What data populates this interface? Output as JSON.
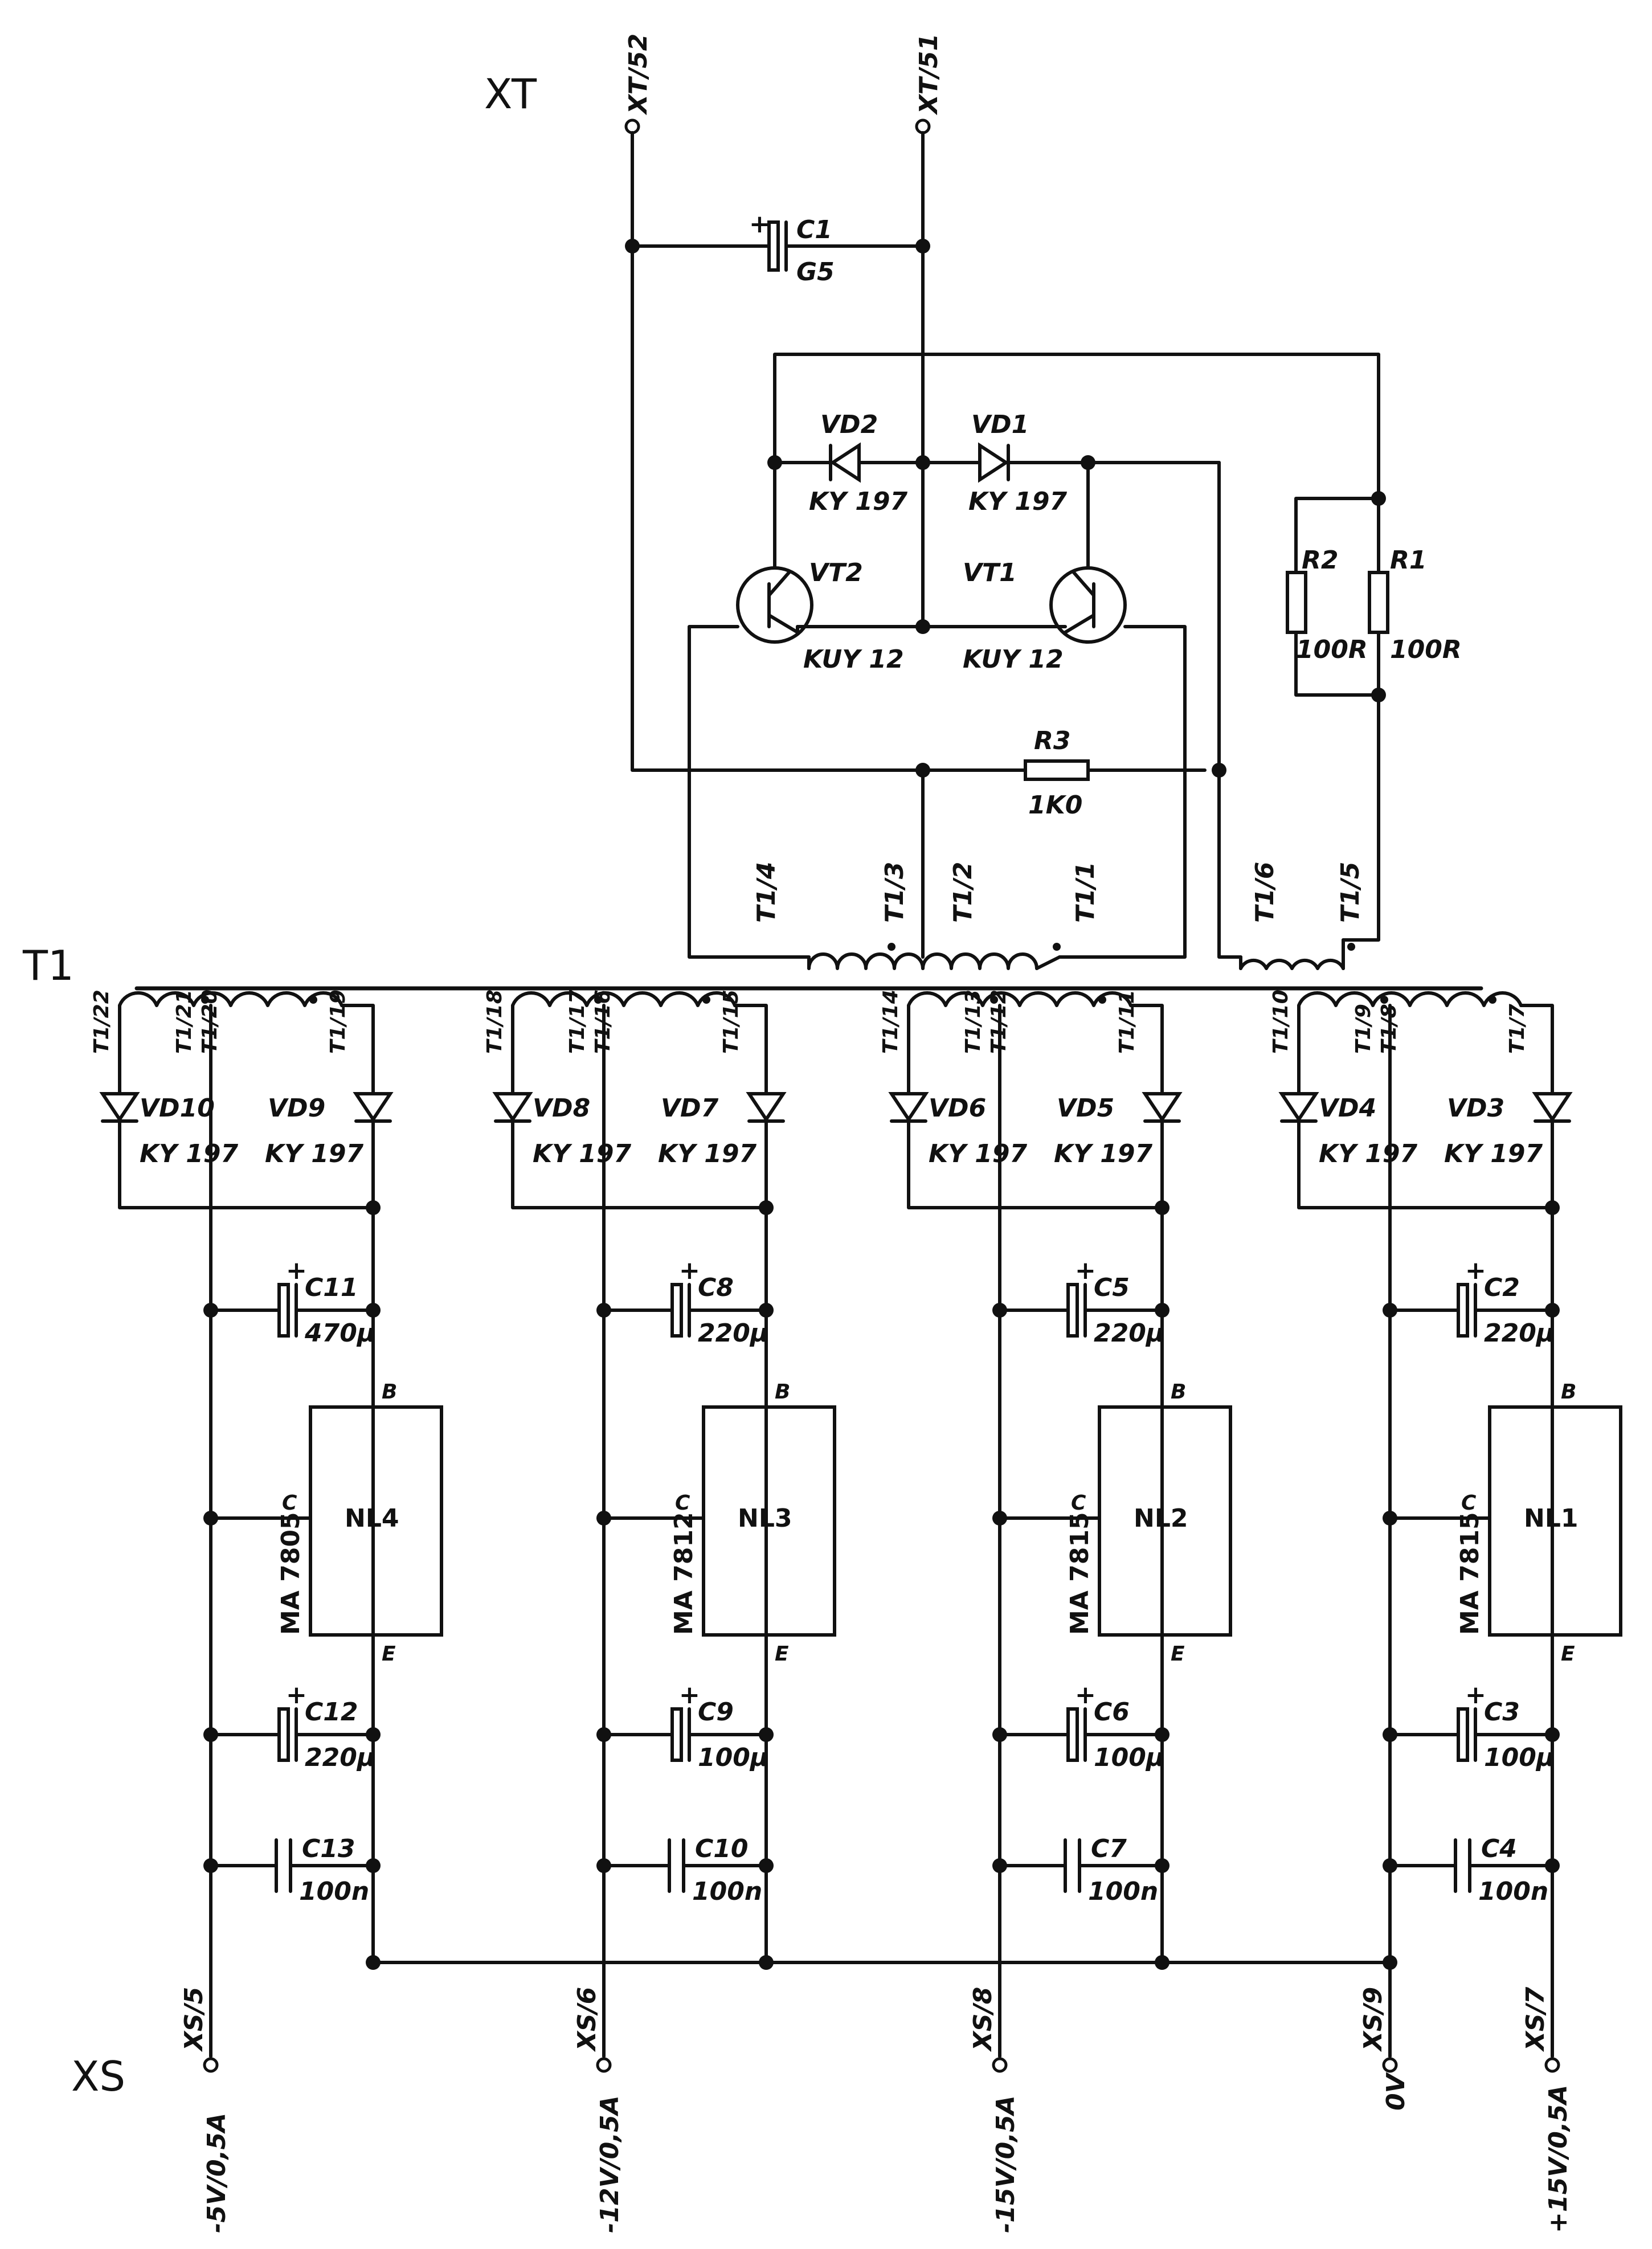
{
  "header": {
    "xt": "XT",
    "t1": "T1",
    "xs": "XS"
  },
  "terminals": {
    "xt52": "XT/52",
    "xt51": "XT/51"
  },
  "top": {
    "c1": {
      "name": "C1",
      "value": "G5",
      "plus": "+"
    },
    "vd1": {
      "name": "VD1",
      "type": "KY 197"
    },
    "vd2": {
      "name": "VD2",
      "type": "KY 197"
    },
    "vt1": {
      "name": "VT1",
      "type": "KUY 12"
    },
    "vt2": {
      "name": "VT2",
      "type": "KUY 12"
    },
    "r1": {
      "name": "R1",
      "value": "100R"
    },
    "r2": {
      "name": "R2",
      "value": "100R"
    },
    "r3": {
      "name": "R3",
      "value": "1K0"
    },
    "primary_pins": [
      "T1/4",
      "T1/3",
      "T1/2",
      "T1/1",
      "T1/6",
      "T1/5"
    ]
  },
  "channels": [
    {
      "pins": [
        "T1/22",
        "T1/21",
        "T1/20",
        "T1/19"
      ],
      "diode_left": {
        "name": "VD10",
        "type": "KY 197"
      },
      "diode_right": {
        "name": "VD9",
        "type": "KY 197"
      },
      "cin": {
        "name": "C11",
        "value": "470μ"
      },
      "reg": {
        "name": "NL4",
        "type": "MA 7805"
      },
      "cout": {
        "name": "C12",
        "value": "220μ"
      },
      "cf": {
        "name": "C13",
        "value": "100n"
      },
      "output": {
        "pin": "XS/5",
        "label": "-5V/0,5A"
      }
    },
    {
      "pins": [
        "T1/18",
        "T1/17",
        "T1/16",
        "T1/15"
      ],
      "diode_left": {
        "name": "VD8",
        "type": "KY 197"
      },
      "diode_right": {
        "name": "VD7",
        "type": "KY 197"
      },
      "cin": {
        "name": "C8",
        "value": "220μ"
      },
      "reg": {
        "name": "NL3",
        "type": "MA 7812"
      },
      "cout": {
        "name": "C9",
        "value": "100μ"
      },
      "cf": {
        "name": "C10",
        "value": "100n"
      },
      "output": {
        "pin": "XS/6",
        "label": "-12V/0,5A"
      }
    },
    {
      "pins": [
        "T1/14",
        "T1/13",
        "T1/12",
        "T1/11"
      ],
      "diode_left": {
        "name": "VD6",
        "type": "KY 197"
      },
      "diode_right": {
        "name": "VD5",
        "type": "KY 197"
      },
      "cin": {
        "name": "C5",
        "value": "220μ"
      },
      "reg": {
        "name": "NL2",
        "type": "MA 7815"
      },
      "cout": {
        "name": "C6",
        "value": "100μ"
      },
      "cf": {
        "name": "C7",
        "value": "100n"
      },
      "output": {
        "pin": "XS/8",
        "label": "-15V/0,5A"
      }
    },
    {
      "pins": [
        "T1/10",
        "T1/9",
        "T1/8",
        "T1/7"
      ],
      "diode_left": {
        "name": "VD4",
        "type": "KY 197"
      },
      "diode_right": {
        "name": "VD3",
        "type": "KY 197"
      },
      "cin": {
        "name": "C2",
        "value": "220μ"
      },
      "reg": {
        "name": "NL1",
        "type": "MA 7815"
      },
      "cout": {
        "name": "C3",
        "value": "100μ"
      },
      "cf": {
        "name": "C4",
        "value": "100n"
      },
      "output": {
        "pin": "XS/7",
        "label": "+15V/0,5A"
      }
    }
  ],
  "common": {
    "pin": "XS/9",
    "label": "0V"
  },
  "reg_pins": {
    "b": "B",
    "c": "C",
    "e": "E"
  },
  "capacitor_plus": "+"
}
